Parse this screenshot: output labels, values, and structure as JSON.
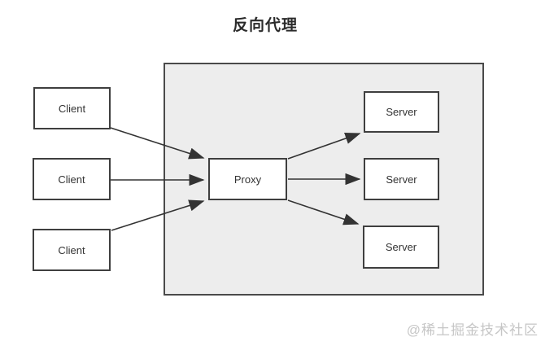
{
  "title": "反向代理",
  "watermark": "@稀土掘金技术社区",
  "diagram": {
    "clients": [
      {
        "id": "client-1",
        "label": "Client"
      },
      {
        "id": "client-2",
        "label": "Client"
      },
      {
        "id": "client-3",
        "label": "Client"
      }
    ],
    "proxy": {
      "id": "proxy",
      "label": "Proxy"
    },
    "servers": [
      {
        "id": "server-1",
        "label": "Server"
      },
      {
        "id": "server-2",
        "label": "Server"
      },
      {
        "id": "server-3",
        "label": "Server"
      }
    ],
    "edges": [
      {
        "from": "client-1",
        "to": "proxy"
      },
      {
        "from": "client-2",
        "to": "proxy"
      },
      {
        "from": "client-3",
        "to": "proxy"
      },
      {
        "from": "proxy",
        "to": "server-1"
      },
      {
        "from": "proxy",
        "to": "server-2"
      },
      {
        "from": "proxy",
        "to": "server-3"
      }
    ]
  },
  "colors": {
    "box_border": "#3f3f3f",
    "box_fill": "#ffffff",
    "container_fill": "#ededed",
    "container_border": "#4a4a4a",
    "arrow": "#333333",
    "text": "#333333",
    "title_text": "#2b2b2b",
    "watermark_text": "#c6c6c6",
    "background": "#ffffff"
  }
}
